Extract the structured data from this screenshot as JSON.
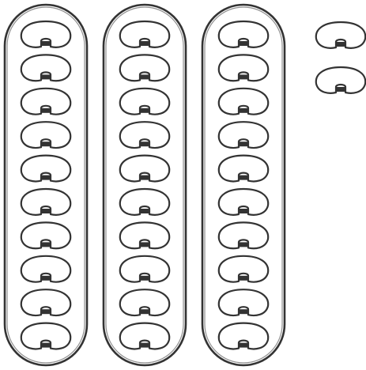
{
  "colors": {
    "background": "#ffffff",
    "stroke": "#333333"
  },
  "icon": "kidney-bean-icon",
  "groups": [
    {
      "name": "group-1",
      "count": 10
    },
    {
      "name": "group-2",
      "count": 10
    },
    {
      "name": "group-3",
      "count": 10
    }
  ],
  "loose": {
    "count": 2
  }
}
